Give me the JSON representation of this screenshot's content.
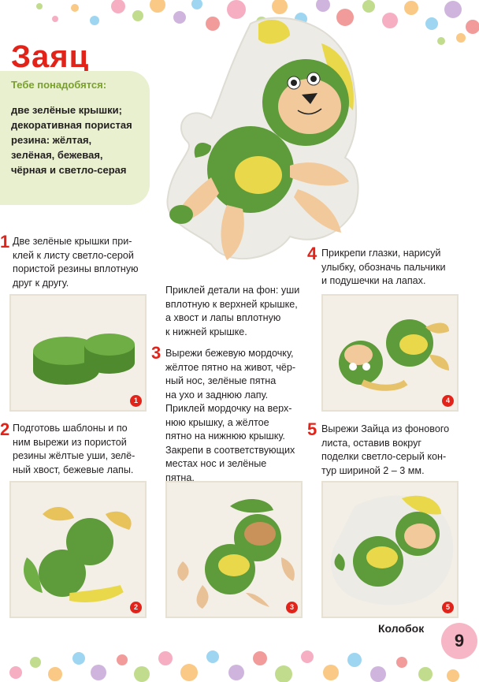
{
  "title": "Заяц",
  "materials": {
    "heading": "Тебе понадобятся:",
    "lines": [
      "две зелёные крышки;",
      "декоративная пористая",
      "резина: жёлтая,",
      "зелёная, бежевая,",
      "чёрная и светло-серая"
    ]
  },
  "steps": [
    {
      "num": "1",
      "lines": [
        "Две зелёные крышки при-",
        "клей к листу светло-серой",
        "пористой резины вплотную",
        "друг к другу."
      ]
    },
    {
      "num": "2",
      "lines": [
        "Подготовь шаблоны и по",
        "ним вырежи из пористой",
        "резины жёлтые уши, зелё-",
        "ный хвост, бежевые лапы."
      ]
    },
    {
      "num": "",
      "lines": [
        "Приклей детали на фон: уши",
        "вплотную к верхней крышке,",
        "а хвост и лапы вплотную",
        "к нижней крышке."
      ]
    },
    {
      "num": "3",
      "lines": [
        "Вырежи бежевую мордочку,",
        "жёлтое пятно на живот, чёр-",
        "ный нос, зелёные пятна",
        "на ухо и заднюю лапу.",
        "Приклей мордочку на верх-",
        "нюю крышку, а жёлтое",
        "пятно на нижнюю крышку.",
        "Закрепи в соответствующих",
        "местах нос и зелёные",
        "пятна."
      ]
    },
    {
      "num": "4",
      "lines": [
        "Прикрепи глазки, нарисуй",
        "улыбку, обозначь пальчики",
        "и подушечки на лапах."
      ]
    },
    {
      "num": "5",
      "lines": [
        "Вырежи Зайца из фонового",
        "листа, оставив вокруг",
        "поделки светло-серый кон-",
        "тур шириной 2 – 3 мм."
      ]
    }
  ],
  "photo_badges": [
    "1",
    "2",
    "3",
    "4",
    "5"
  ],
  "footer": {
    "label": "Колобок",
    "page": "9"
  },
  "colors": {
    "accent": "#e2231a",
    "green": "#5e9b3a",
    "yellow": "#e9d84a",
    "beige": "#f2c99a",
    "light_green_box": "#e8f0cf"
  }
}
